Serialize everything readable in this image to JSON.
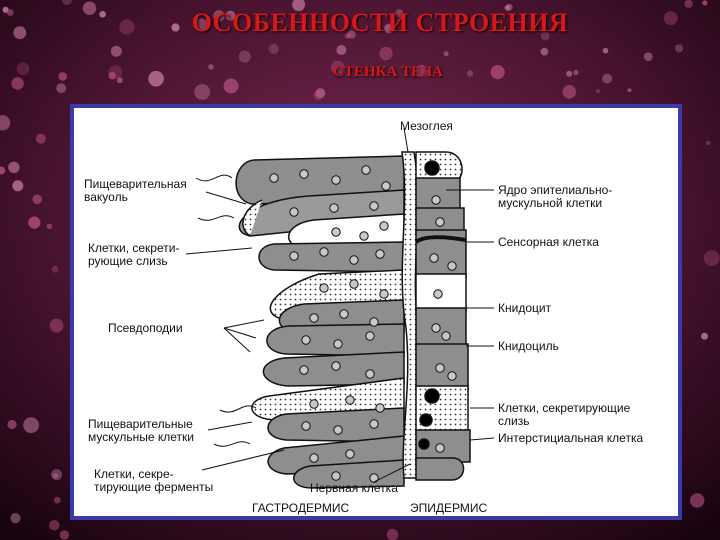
{
  "slide": {
    "title": "ОСОБЕННОСТИ СТРОЕНИЯ",
    "subtitle": "СТЕНКА ТЕЛА"
  },
  "colors": {
    "title": "#d81818",
    "frame_border": "#3a3aa8",
    "cell_fill": "#8e8e8e",
    "background_accent": "#a83870"
  },
  "diagram": {
    "labels": {
      "mesoglea": "Мезоглея",
      "digestive_vacuole_1": "Пищеварительная",
      "digestive_vacuole_2": "вакуоль",
      "mucus_cells_1": "Клетки, секрети-",
      "mucus_cells_2": "рующие слизь",
      "pseudopodia": "Псевдоподии",
      "digestive_muscle_1": "Пищеварительные",
      "digestive_muscle_2": "мускульные клетки",
      "enzyme_cells_1": "Клетки, секре-",
      "enzyme_cells_2": "тирующие ферменты",
      "nerve_cell": "Нервная клетка",
      "gastrodermis": "ГАСТРОДЕРМИС",
      "epidermis": "ЭПИДЕРМИС",
      "epithelial_nucleus_1": "Ядро эпителиально-",
      "epithelial_nucleus_2": "мускульной клетки",
      "sensory_cell": "Сенсорная клетка",
      "cnidocyte": "Книдоцит",
      "cnidocil": "Книдоциль",
      "mucus_cells_right_1": "Клетки, секретирующие",
      "mucus_cells_right_2": "слизь",
      "interstitial_cell": "Интерстициальная клетка"
    }
  }
}
